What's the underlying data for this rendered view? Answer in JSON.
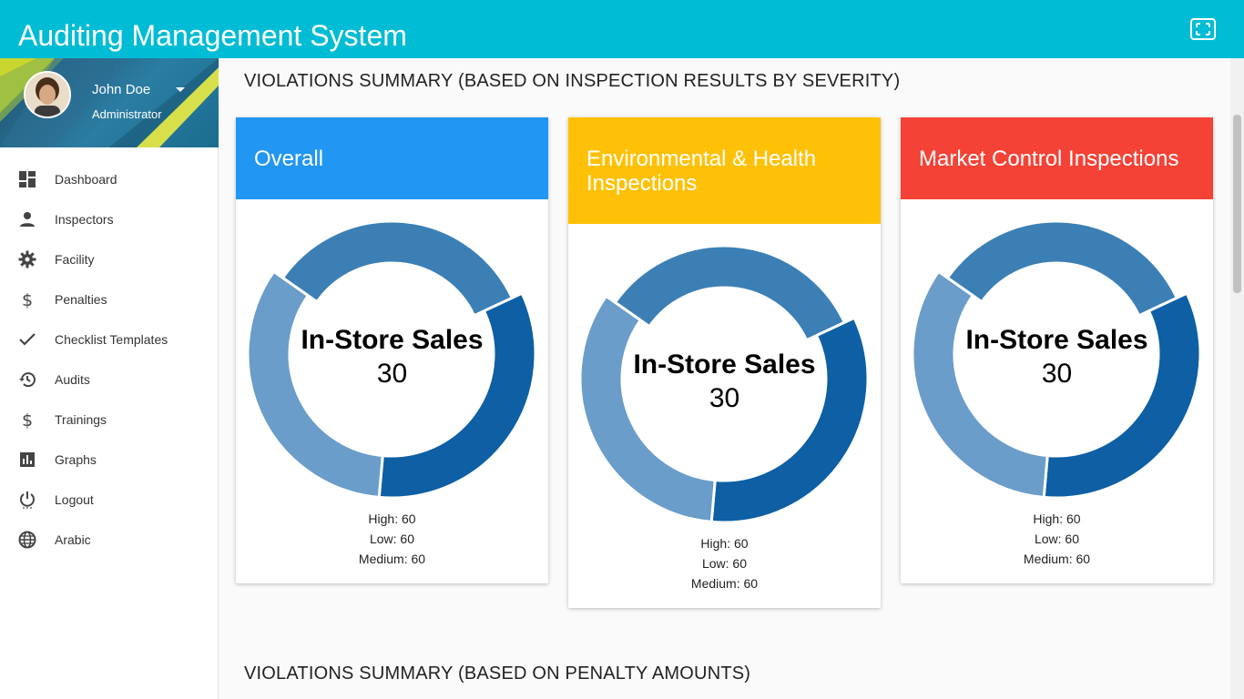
{
  "app": {
    "title": "Auditing Management System"
  },
  "user": {
    "name": "John Doe",
    "role": "Administrator"
  },
  "sidebar": {
    "items": [
      {
        "label": "Dashboard",
        "icon": "dashboard-icon"
      },
      {
        "label": "Inspectors",
        "icon": "person-icon"
      },
      {
        "label": "Facility",
        "icon": "gear-icon"
      },
      {
        "label": "Penalties",
        "icon": "dollar-icon"
      },
      {
        "label": "Checklist Templates",
        "icon": "check-icon"
      },
      {
        "label": "Audits",
        "icon": "history-icon"
      },
      {
        "label": "Trainings",
        "icon": "dollar-icon"
      },
      {
        "label": "Graphs",
        "icon": "bar-chart-icon"
      },
      {
        "label": "Logout",
        "icon": "power-icon"
      },
      {
        "label": "Arabic",
        "icon": "globe-icon"
      }
    ]
  },
  "sections": {
    "severity_title": "VIOLATIONS SUMMARY (BASED ON INSPECTION RESULTS BY SEVERITY)",
    "penalty_title": "VIOLATIONS SUMMARY (BASED ON PENALTY AMOUNTS)"
  },
  "colors": {
    "topbar": "#00bcd4",
    "overall": "#2196f3",
    "environmental": "#ffc107",
    "market": "#f44336",
    "slice_dark": "#3b7fb5",
    "slice_mid": "#0e5fa3",
    "slice_light": "#6a9dc9"
  },
  "cards": [
    {
      "title": "Overall",
      "header_color": "#2196f3",
      "center_label": "In-Store Sales",
      "center_value": "30",
      "legend": [
        "High: 60",
        "Low: 60",
        "Medium: 60"
      ]
    },
    {
      "title": "Environmental & Health Inspections",
      "header_color": "#ffc107",
      "center_label": "In-Store Sales",
      "center_value": "30",
      "legend": [
        "High: 60",
        "Low: 60",
        "Medium: 60"
      ]
    },
    {
      "title": "Market Control Inspections",
      "header_color": "#f44336",
      "center_label": "In-Store Sales",
      "center_value": "30",
      "legend": [
        "High: 60",
        "Low: 60",
        "Medium: 60"
      ]
    }
  ],
  "chart_data": [
    {
      "type": "pie",
      "donut": true,
      "categories": [
        "High",
        "Low",
        "Medium"
      ],
      "values": [
        60,
        60,
        60
      ],
      "highlighted": "High"
    },
    {
      "type": "pie",
      "donut": true,
      "categories": [
        "High",
        "Low",
        "Medium"
      ],
      "values": [
        60,
        60,
        60
      ],
      "highlighted": "High"
    },
    {
      "type": "pie",
      "donut": true,
      "categories": [
        "High",
        "Low",
        "Medium"
      ],
      "values": [
        60,
        60,
        60
      ],
      "highlighted": "High"
    }
  ]
}
